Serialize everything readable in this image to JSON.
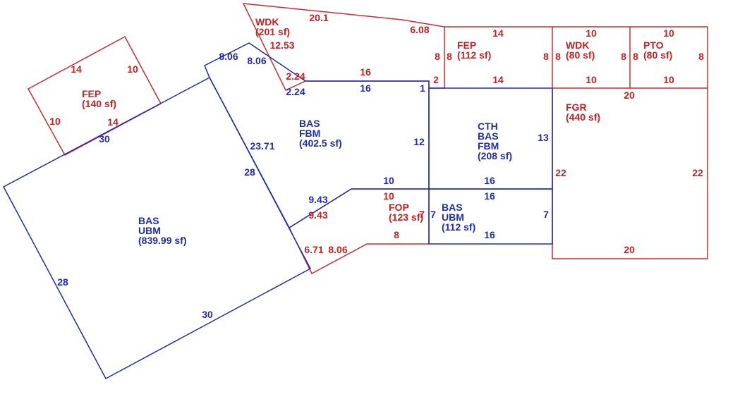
{
  "colors": {
    "main_area": "#1f2bbf",
    "outbuilding": "#d42a2a"
  },
  "areas": [
    {
      "code": "FEP",
      "size": "(140 sf)",
      "color": "red"
    },
    {
      "code": "WDK",
      "size": "(201 sf)",
      "color": "red"
    },
    {
      "code": "FEP",
      "size": "(112 sf)",
      "color": "red"
    },
    {
      "code": "WDK",
      "size": "(80 sf)",
      "color": "red"
    },
    {
      "code": "PTO",
      "size": "(80 sf)",
      "color": "red"
    },
    {
      "code": "BAS",
      "code2": "FBM",
      "size": "(402.5 sf)",
      "color": "blue"
    },
    {
      "code": "CTH",
      "code2": "BAS",
      "code3": "FBM",
      "size": "(208 sf)",
      "color": "blue"
    },
    {
      "code": "FGR",
      "size": "(440 sf)",
      "color": "red"
    },
    {
      "code": "BAS",
      "code2": "UBM",
      "size": "(839.99 sf)",
      "color": "blue"
    },
    {
      "code": "FOP",
      "size": "(123 sf)",
      "color": "red"
    },
    {
      "code": "BAS",
      "code2": "UBM",
      "size": "(112 sf)",
      "color": "blue"
    }
  ],
  "dimensions": [
    {
      "value": "14",
      "color": "red"
    },
    {
      "value": "10",
      "color": "red"
    },
    {
      "value": "10",
      "color": "red"
    },
    {
      "value": "14",
      "color": "red"
    },
    {
      "value": "30",
      "color": "blue"
    },
    {
      "value": "20.1",
      "color": "red"
    },
    {
      "value": "6.08",
      "color": "red"
    },
    {
      "value": "12.53",
      "color": "red"
    },
    {
      "value": "8.06",
      "color": "blue"
    },
    {
      "value": "8.06",
      "color": "blue"
    },
    {
      "value": "2.24",
      "color": "red"
    },
    {
      "value": "2.24",
      "color": "blue"
    },
    {
      "value": "16",
      "color": "red"
    },
    {
      "value": "16",
      "color": "blue"
    },
    {
      "value": "2",
      "color": "red"
    },
    {
      "value": "1",
      "color": "blue"
    },
    {
      "value": "8",
      "color": "red"
    },
    {
      "value": "8",
      "color": "red"
    },
    {
      "value": "14",
      "color": "red"
    },
    {
      "value": "14",
      "color": "red"
    },
    {
      "value": "8",
      "color": "red"
    },
    {
      "value": "8",
      "color": "red"
    },
    {
      "value": "10",
      "color": "red"
    },
    {
      "value": "10",
      "color": "red"
    },
    {
      "value": "8",
      "color": "red"
    },
    {
      "value": "8",
      "color": "red"
    },
    {
      "value": "10",
      "color": "red"
    },
    {
      "value": "10",
      "color": "red"
    },
    {
      "value": "8",
      "color": "red"
    },
    {
      "value": "20",
      "color": "red"
    },
    {
      "value": "23.71",
      "color": "blue"
    },
    {
      "value": "28",
      "color": "blue"
    },
    {
      "value": "12",
      "color": "blue"
    },
    {
      "value": "13",
      "color": "blue"
    },
    {
      "value": "10",
      "color": "blue"
    },
    {
      "value": "16",
      "color": "blue"
    },
    {
      "value": "16",
      "color": "blue"
    },
    {
      "value": "22",
      "color": "red"
    },
    {
      "value": "22",
      "color": "red"
    },
    {
      "value": "9.43",
      "color": "blue"
    },
    {
      "value": "9.43",
      "color": "red"
    },
    {
      "value": "10",
      "color": "red"
    },
    {
      "value": "7",
      "color": "red"
    },
    {
      "value": "7",
      "color": "blue"
    },
    {
      "value": "7",
      "color": "blue"
    },
    {
      "value": "8",
      "color": "red"
    },
    {
      "value": "16",
      "color": "blue"
    },
    {
      "value": "6.71",
      "color": "red"
    },
    {
      "value": "8.06",
      "color": "red"
    },
    {
      "value": "20",
      "color": "red"
    },
    {
      "value": "28",
      "color": "blue"
    },
    {
      "value": "30",
      "color": "blue"
    }
  ]
}
